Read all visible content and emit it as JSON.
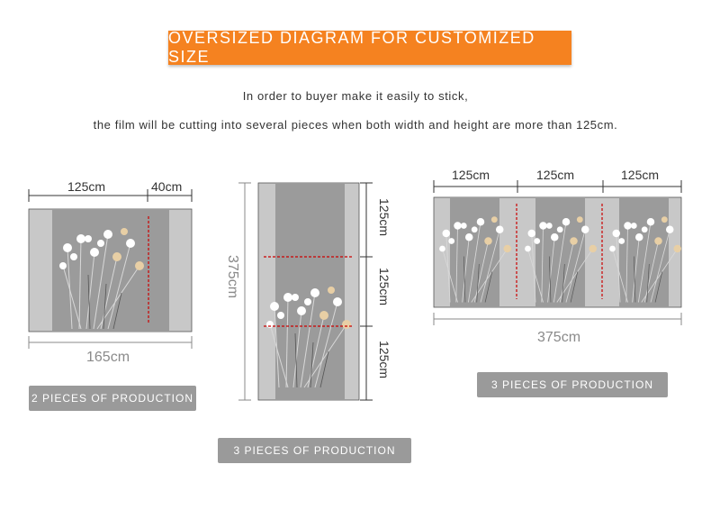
{
  "header": {
    "banner": "OVERSIZED DIAGRAM FOR CUSTOMIZED SIZE",
    "line1": "In order to buyer make it easily to stick,",
    "line2": "the film will be cutting into several pieces when both width and height are more than 125cm."
  },
  "left": {
    "w1": "125cm",
    "w2": "40cm",
    "total": "165cm",
    "badge": "2 PIECES OF PRODUCTION"
  },
  "middle": {
    "h1": "125cm",
    "h2": "125cm",
    "h3": "125cm",
    "total": "375cm",
    "badge": "3 PIECES OF PRODUCTION"
  },
  "right": {
    "w1": "125cm",
    "w2": "125cm",
    "w3": "125cm",
    "total": "375cm",
    "badge": "3 PIECES OF PRODUCTION"
  },
  "colors": {
    "banner": "#f58220",
    "cut_line": "#cc0000",
    "badge": "#9a9a9a"
  }
}
